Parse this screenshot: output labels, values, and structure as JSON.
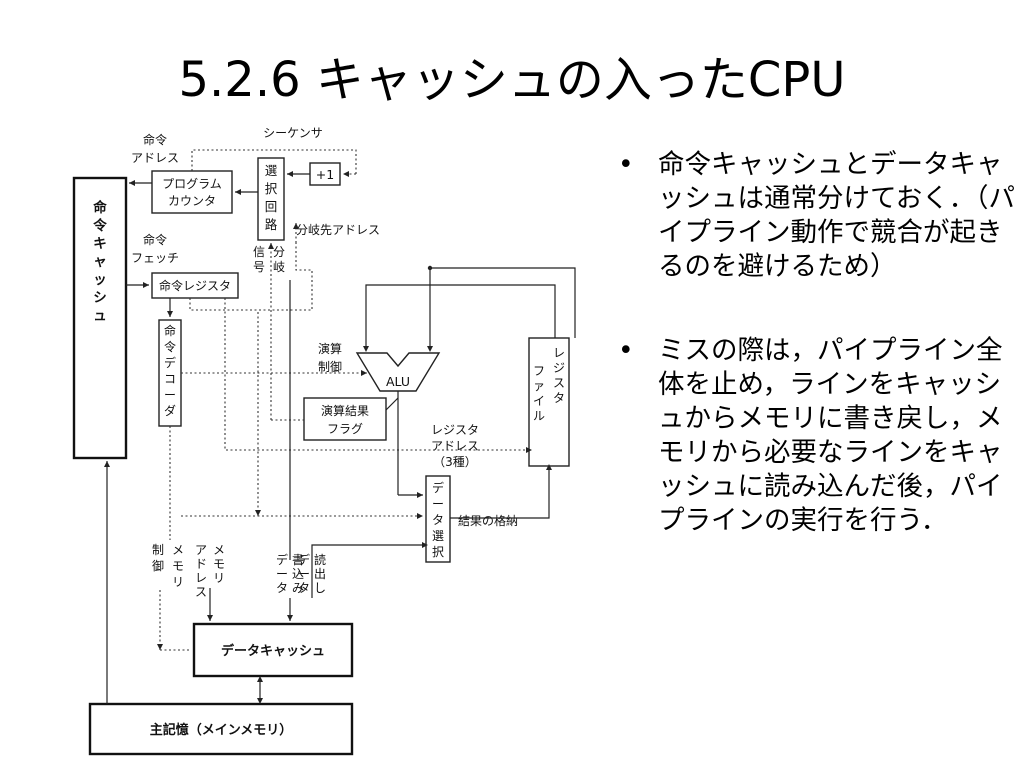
{
  "slide": {
    "title": "5.2.6 キャッシュの入ったCPU",
    "bullets": [
      "命令キャッシュとデータキャッシュは通常分けておく．（パイプライン動作で競合が起きるのを避けるため）",
      "ミスの際は，パイプライン全体を止め，ラインをキャッシュからメモリに書き戻し，メモリから必要なラインをキャッシュに読み込んだ後，パイプラインの実行を行う．"
    ],
    "bullet_symbol": "•"
  },
  "diagram": {
    "instruction_cache": [
      "命",
      "令",
      "キ",
      "ャ",
      "ッ",
      "シ",
      "ュ"
    ],
    "instruction_address_label": [
      "命令",
      "アドレス"
    ],
    "sequencer": "シーケンサ",
    "program_counter": [
      "プログラム",
      "カウンタ"
    ],
    "selector": [
      "選",
      "択",
      "回",
      "路"
    ],
    "plus_one": "+1",
    "branch_target_address": "分岐先アドレス",
    "instruction_fetch_label": [
      "命令",
      "フェッチ"
    ],
    "instruction_register": "命令レジスタ",
    "branch_signal": [
      "信",
      "号"
    ],
    "branch_word": [
      "分",
      "岐"
    ],
    "decoder": [
      "命",
      "令",
      "デ",
      "コ",
      "ー",
      "ダ"
    ],
    "alu_control": [
      "演算",
      "制御"
    ],
    "alu": "ALU",
    "alu_flags": [
      "演算結果",
      "フラグ"
    ],
    "register_file_col1": [
      "フ",
      "ァ",
      "イ",
      "ル"
    ],
    "register_file_col2": [
      "レ",
      "ジ",
      "ス",
      "タ"
    ],
    "register_address": [
      "レジスタ",
      "アドレス",
      "（3種）"
    ],
    "data_select": [
      "デ",
      "ー",
      "タ",
      "選",
      "択"
    ],
    "result_store": "結果の格納",
    "memory_control": [
      "制",
      "御"
    ],
    "memory_word": [
      "メ",
      "モ",
      "リ"
    ],
    "memory_address_col1": [
      "ア",
      "ド",
      "レ",
      "ス"
    ],
    "memory_address_col2": [
      "メ",
      "モ",
      "リ"
    ],
    "write_data_col1": [
      "デ",
      "ー",
      "タ"
    ],
    "write_data_col2": [
      "書",
      "込",
      "み"
    ],
    "read_data_col1": [
      "デ",
      "ー",
      "タ"
    ],
    "read_data_col2": [
      "読",
      "出",
      "し"
    ],
    "data_cache": "データキャッシュ",
    "main_memory": "主記憶（メインメモリ）"
  }
}
